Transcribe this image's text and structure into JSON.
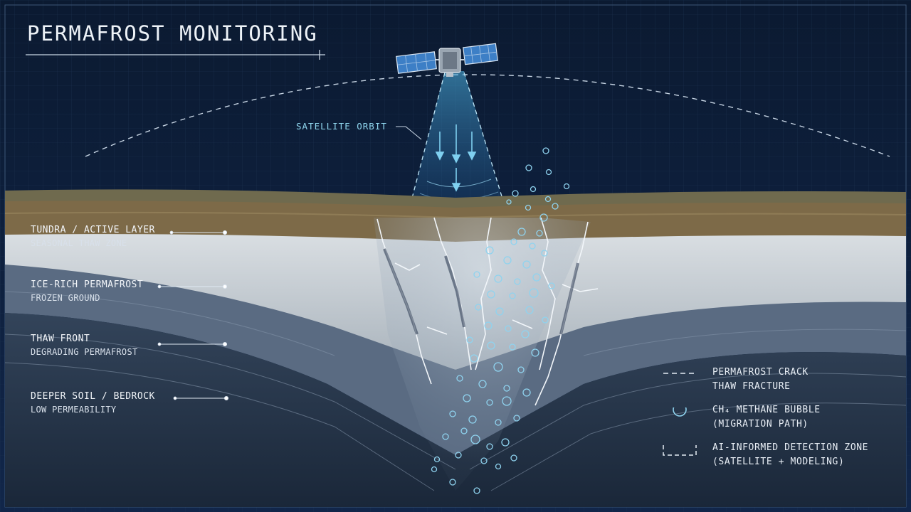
{
  "title": "PERMAFROST MONITORING",
  "orbit_label": "SATELLITE ORBIT",
  "layers": [
    {
      "name": "TUNDRA / ACTIVE LAYER",
      "description": "SEASONAL THAW ZONE"
    },
    {
      "name": "ICE-RICH PERMAFROST",
      "description": "FROZEN GROUND"
    },
    {
      "name": "THAW FRONT",
      "description": "DEGRADING PERMAFROST"
    },
    {
      "name": "DEEPER SOIL / BEDROCK",
      "description": "LOW PERMEABILITY"
    }
  ],
  "legend": [
    {
      "symbol": "dashed-line-icon",
      "line1": "PERMAFROST CRACK",
      "line2": "THAW FRACTURE"
    },
    {
      "symbol": "bubble-icon",
      "line1": "CH₄ METHANE BUBBLE",
      "line2": "(MIGRATION PATH)"
    },
    {
      "symbol": "dashed-box-icon",
      "line1": "AI-INFORMED DETECTION ZONE",
      "line2": "(SATELLITE + MODELING)"
    }
  ],
  "colors": {
    "background": "#0d1e36",
    "beam": "#5fc8ec",
    "bubble": "#8fd3ef",
    "tundra": "#7d6a48",
    "ice": "#bfc6cc",
    "thaw_front": "#5a6b82",
    "bedrock": "#2a3a4f"
  }
}
